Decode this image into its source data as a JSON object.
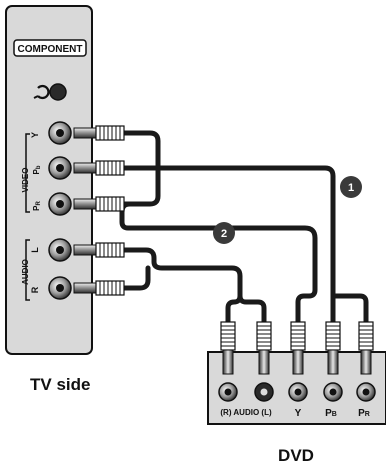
{
  "tv": {
    "component_label": "COMPONENT",
    "video_label": "VIDEO",
    "audio_label": "AUDIO",
    "jack_y": "Y",
    "jack_pb_main": "P",
    "jack_pb_sub": "b",
    "jack_pr_main": "P",
    "jack_pr_sub": "R",
    "jack_l": "L",
    "jack_r": "R",
    "side_label": "TV side"
  },
  "dvd": {
    "title": "DVD",
    "audio_label": "(R) AUDIO (L)",
    "y_label": "Y",
    "pb_main": "P",
    "pb_sub": "B",
    "pr_main": "P",
    "pr_sub": "R"
  },
  "steps": {
    "one": "1",
    "two": "2"
  },
  "colors": {
    "background": "#ffffff",
    "panel": "#d9d9d9",
    "cable": "#1a1a1a",
    "badge": "#3a3a3a",
    "badge_text": "#ffffff"
  },
  "icons": {
    "headphone": "headphone-icon"
  }
}
